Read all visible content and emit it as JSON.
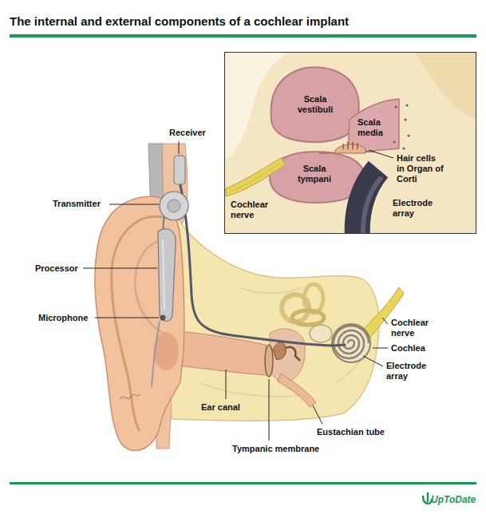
{
  "diagram": {
    "title": "The internal and external components of a cochlear implant",
    "nodes": [
      {
        "text": [
          "Scala vestibuli",
          "Scala media",
          "Hair cells in Organ of Corti",
          "Scala tympani",
          "Cochlear nerve",
          "Electrode array"
        ]
      }
    ],
    "labels": [
      "Receiver",
      "Transmitter",
      "Processor",
      "Microphone",
      "Cochlear nerve",
      "Cochlea",
      "Electrode array",
      "Ear canal",
      "Eustachian tube",
      "Tympanic membrane",
      "UpToDate"
    ]
  }
}
